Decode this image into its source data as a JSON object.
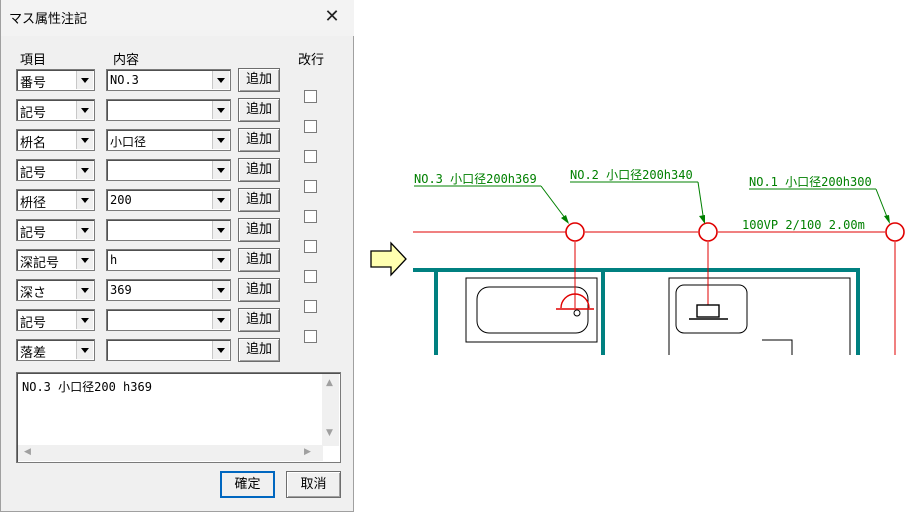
{
  "dialog": {
    "title": "マス属性注記",
    "close_glyph": "✕",
    "headers": {
      "item": "項目",
      "content": "内容",
      "newline": "改行"
    },
    "rows": [
      {
        "item": "番号",
        "content": "NO.3",
        "add": "追加",
        "newline": false
      },
      {
        "item": "記号",
        "content": "",
        "add": "追加",
        "newline": false
      },
      {
        "item": "枡名",
        "content": "小口径",
        "add": "追加",
        "newline": false
      },
      {
        "item": "記号",
        "content": "",
        "add": "追加",
        "newline": false
      },
      {
        "item": "枡径",
        "content": "200",
        "add": "追加",
        "newline": false
      },
      {
        "item": "記号",
        "content": "",
        "add": "追加",
        "newline": false
      },
      {
        "item": "深記号",
        "content": "h",
        "add": "追加",
        "newline": false
      },
      {
        "item": "深さ",
        "content": "369",
        "add": "追加",
        "newline": false
      },
      {
        "item": "記号",
        "content": "",
        "add": "追加",
        "newline": false
      },
      {
        "item": "落差",
        "content": "",
        "add": "追加",
        "newline": null
      }
    ],
    "preview_text": "NO.3 小口径200 h369",
    "ok_label": "確定",
    "cancel_label": "取消"
  },
  "drawing": {
    "labels": {
      "no3": "NO.3 小口径200h369",
      "no2": "NO.2 小口径200h340",
      "no1": "NO.1 小口径200h300",
      "pipe": "100VP 2/100 2.00m"
    },
    "colors": {
      "annotation": "#008000",
      "pipe": "#e00000",
      "wall": "#008080",
      "fixture": "#000000",
      "arrow_fill": "#ffffb0"
    }
  }
}
